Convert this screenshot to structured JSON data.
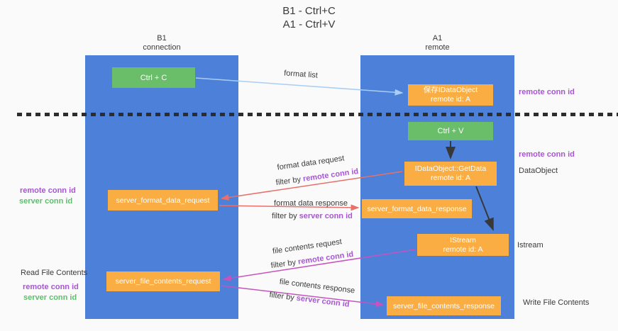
{
  "title": {
    "line1": "B1 - Ctrl+C",
    "line2": "A1 - Ctrl+V"
  },
  "lanes": [
    {
      "title": "B1",
      "subtitle": "connection"
    },
    {
      "title": "A1",
      "subtitle": "remote"
    }
  ],
  "nodes": {
    "ctrl_c": "Ctrl + C",
    "ctrl_v": "Ctrl + V",
    "save_idataobject": {
      "line1": "保存IDataObject",
      "line2": "remote id: A"
    },
    "getdata": {
      "line1": "IDataObject::GetData",
      "line2": "remote id: A"
    },
    "istream": {
      "line1": "IStream",
      "line2": "remote id: A"
    },
    "server_format_data_request": "server_format_data_request",
    "server_format_data_response": "server_format_data_response",
    "server_file_contents_request": "server_file_contents_request",
    "server_file_contents_response": "server_file_contents_response"
  },
  "edge_labels": {
    "format_list": "format list",
    "format_data_request": "format data request",
    "format_data_response": "format data response",
    "file_contents_request": "file contents request",
    "file_contents_response": "file contents response",
    "filter_by": "filter by",
    "remote_conn_id": "remote conn id",
    "server_conn_id": "server conn id"
  },
  "left_labels": [
    {
      "text": "remote conn id",
      "style": "purple"
    },
    {
      "text": "server conn id",
      "style": "green"
    },
    {
      "text": "Read File Contents",
      "style": "black"
    },
    {
      "text": "remote conn id",
      "style": "purple"
    },
    {
      "text": "server conn id",
      "style": "green"
    }
  ],
  "right_labels": [
    {
      "text": "remote conn id",
      "style": "purple"
    },
    {
      "text": "remote conn id",
      "style": "purple"
    },
    {
      "text": "DataObject",
      "style": "black"
    },
    {
      "text": "Istream",
      "style": "black"
    },
    {
      "text": "Write File Contents",
      "style": "black"
    }
  ],
  "colors": {
    "lane_blue": "#4d80d8",
    "box_orange": "#f9ad42",
    "box_green": "#6abe6a",
    "arrow_light_blue": "#a9cef4",
    "arrow_red": "#e8706a",
    "arrow_magenta": "#c653be",
    "arrow_black": "#383838",
    "text_purple": "#a855d4",
    "text_green": "#5fbd6b",
    "background": "#fafafa"
  }
}
